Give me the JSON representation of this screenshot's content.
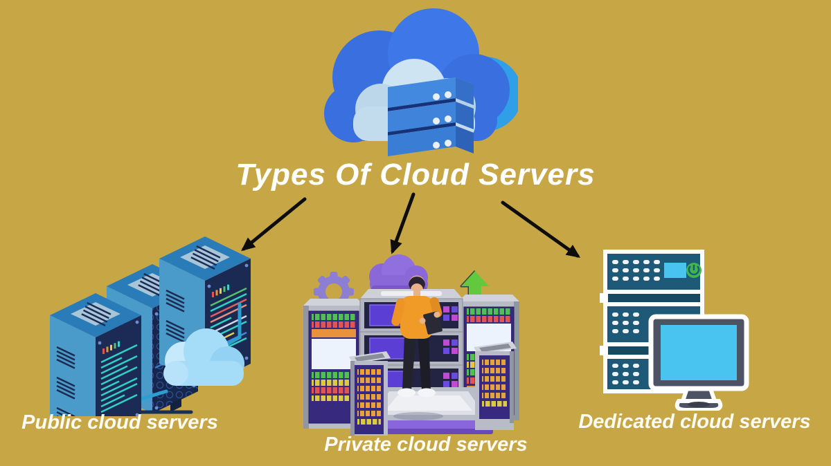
{
  "title": "Types Of Cloud Servers",
  "colors": {
    "background": "#c7a645",
    "title_text": "#ffffff",
    "label_text": "#fdfbf2",
    "arrow": "#0d0d0d",
    "root_cloud_blue": "#3a6fe0",
    "root_cloud_light": "#c2dcee",
    "root_server_blue": "#3f86dd",
    "public_tower_navy": "#1c2b55",
    "public_tower_blue": "#4a9aca",
    "public_cloud_light_blue": "#a5dcf8",
    "private_purple": "#8a68d8",
    "private_panel_purple": "#5b3fd4",
    "private_silver": "#b9bcc6",
    "private_shirt_orange": "#f09a28",
    "dedicated_teal": "#1e5a78",
    "dedicated_cyan": "#49c3ef",
    "dedicated_green": "#3db94c"
  },
  "root": {
    "icon": "cloud-server-stack-icon"
  },
  "branches": [
    {
      "id": "public",
      "label": "Public cloud servers",
      "icon": "isometric-server-towers-cloud-icon"
    },
    {
      "id": "private",
      "label": "Private cloud servers",
      "icon": "engineer-server-racks-3d-icon"
    },
    {
      "id": "dedicated",
      "label": "Dedicated cloud servers",
      "icon": "server-rack-monitor-icon"
    }
  ]
}
